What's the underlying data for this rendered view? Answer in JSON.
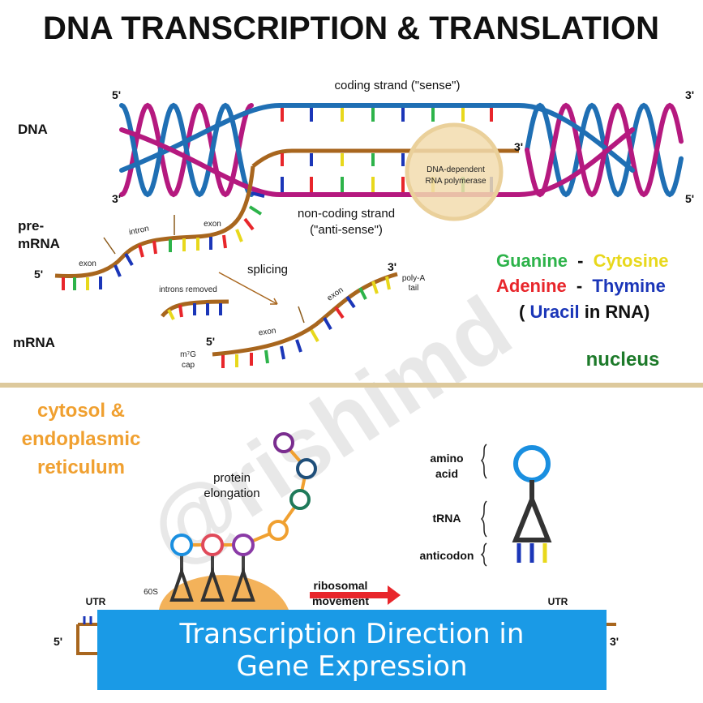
{
  "title": "DNA TRANSCRIPTION & TRANSLATION",
  "labels": {
    "dna": "DNA",
    "pre_mrna_line1": "pre-",
    "pre_mrna_line2": "mRNA",
    "mrna": "mRNA",
    "coding_strand": "coding strand (\"sense\")",
    "noncoding_line1": "non-coding strand",
    "noncoding_line2": "(\"anti-sense\")",
    "polymerase_line1": "DNA-dependent",
    "polymerase_line2": "RNA polymerase",
    "five_prime": "5'",
    "three_prime": "3'",
    "exon": "exon",
    "intron": "intron",
    "introns_removed": "introns removed",
    "splicing": "splicing",
    "poly_a_line1": "poly-A",
    "poly_a_line2": "tail",
    "m7g_line1": "m⁷G",
    "m7g_line2": "cap",
    "nucleus": "nucleus",
    "cytosol_line1": "cytosol &",
    "cytosol_line2": "endoplasmic",
    "cytosol_line3": "reticulum",
    "protein_line1": "protein",
    "protein_line2": "elongation",
    "amino_line1": "amino",
    "amino_line2": "acid",
    "trna": "tRNA",
    "anticodon": "anticodon",
    "ribosomal_line1": "ribosomal",
    "ribosomal_line2": "movement",
    "utr": "UTR",
    "sixty_s": "60S"
  },
  "legend": {
    "guanine": "Guanine",
    "cytosine": "Cytosine",
    "adenine": "Adenine",
    "thymine": "Thymine",
    "dash": "-",
    "uracil_open": "(",
    "uracil": "Uracil",
    "uracil_rest": " in RNA)"
  },
  "watermark": "@rishimd",
  "caption": {
    "line1": "Transcription Direction in",
    "line2": "Gene Expression"
  },
  "colors": {
    "strand_blue": "#1f6fb4",
    "strand_magenta": "#b5197f",
    "rna_brown": "#a8661e",
    "guanine": "#2db34a",
    "cytosine": "#e8d81c",
    "adenine": "#e8262b",
    "thymine": "#1b36b8",
    "nucleus_green": "#1d7a2a",
    "cytosol_orange": "#f0a030",
    "polymerase_fill": "#f2dcae",
    "divider": "#ddc99c",
    "banner": "#1a9ae6",
    "arrow_red": "#e8262b"
  }
}
